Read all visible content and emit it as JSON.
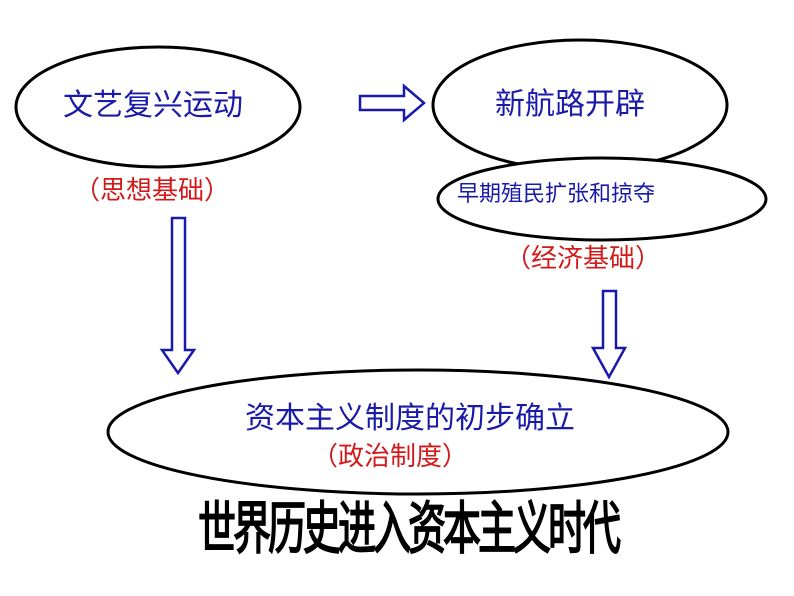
{
  "nodes": {
    "renaissance": "文艺复兴运动",
    "new_routes": "新航路开辟",
    "colonial": "早期殖民扩张和掠夺",
    "capitalism": "资本主义制度的初步确立"
  },
  "annotations": {
    "ideological": "（思想基础）",
    "economic": "（经济基础）",
    "political": "（政治制度）"
  },
  "conclusion": "世界历史进入资本主义时代",
  "colors": {
    "node_text": "#1a1aa8",
    "annotation_text": "#d21a1a",
    "outline": "#000000",
    "arrow_stroke": "#1a1aa8"
  }
}
